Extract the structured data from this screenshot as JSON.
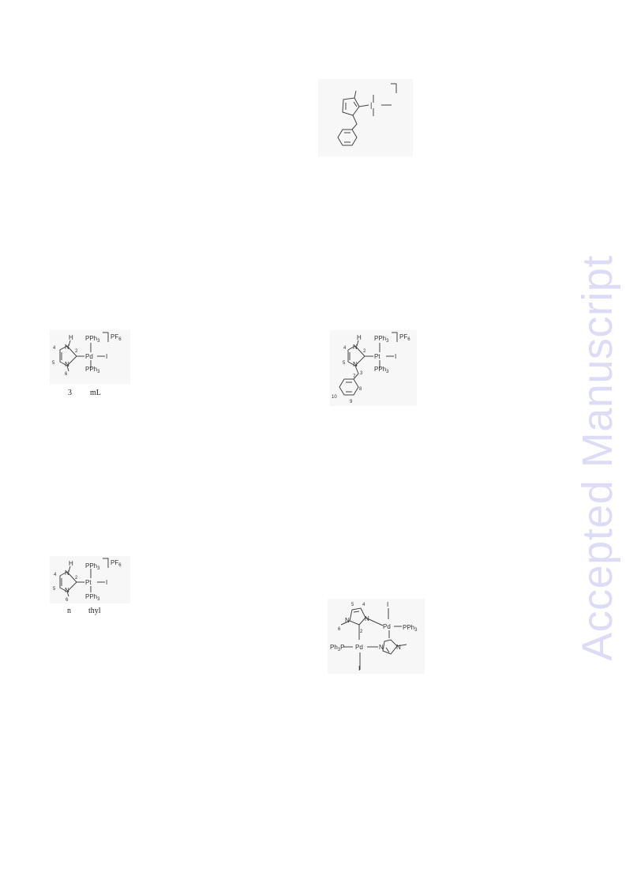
{
  "watermark": {
    "text": "Accepted Manuscript",
    "color": "#dcdcf6"
  },
  "fig_top_right": {
    "atoms": {
      "me": "|",
      "ext1": "|",
      "ext2": "|"
    }
  },
  "fig_pd_nh": {
    "atoms": {
      "H": "H",
      "N1": "N",
      "N2": "N",
      "Pd": "Pd",
      "I": "I",
      "PPh3_top": "PPh",
      "PPh3_bottom": "PPh",
      "sub3": "3",
      "PF6": "PF",
      "sub6": "6",
      "n2": "2",
      "n4": "4",
      "n5": "5",
      "n6": "6"
    },
    "caption_left": "3",
    "caption_right": "mL"
  },
  "fig_pt_benzyl": {
    "atoms": {
      "H": "H",
      "N1": "N",
      "N2": "N",
      "Pt": "Pt",
      "I": "I",
      "PPh3_top": "PPh",
      "PPh3_bottom": "PPh",
      "sub3": "3",
      "PF6": "PF",
      "sub6": "6",
      "n2": "2",
      "n3": "3",
      "n4": "4",
      "n5": "5",
      "n7": "7",
      "n8": "8",
      "n9": "9",
      "n10": "10"
    }
  },
  "fig_pt_nh": {
    "atoms": {
      "H": "H",
      "N1": "N",
      "N2": "N",
      "Pt": "Pt",
      "I": "I",
      "PPh3_top": "PPh",
      "PPh3_bottom": "PPh",
      "sub3": "3",
      "PF6": "PF",
      "sub6": "6",
      "n2": "2",
      "n4": "4",
      "n5": "5",
      "n6": "6"
    },
    "caption_left": "n",
    "caption_right": "thyl"
  },
  "fig_dimer": {
    "atoms": {
      "N_a1": "N",
      "N_a2": "N",
      "N_b1": "N",
      "N_b2": "N",
      "Pd_top": "Pd",
      "Pd_bottom": "Pd",
      "PPh3_right": "PPh",
      "Ph3P_left": "Ph",
      "P_left": "P",
      "sub3": "3",
      "I_top": "I",
      "I_bottom": "I",
      "n2": "2",
      "n4": "4",
      "n5": "5",
      "n6": "6"
    }
  }
}
